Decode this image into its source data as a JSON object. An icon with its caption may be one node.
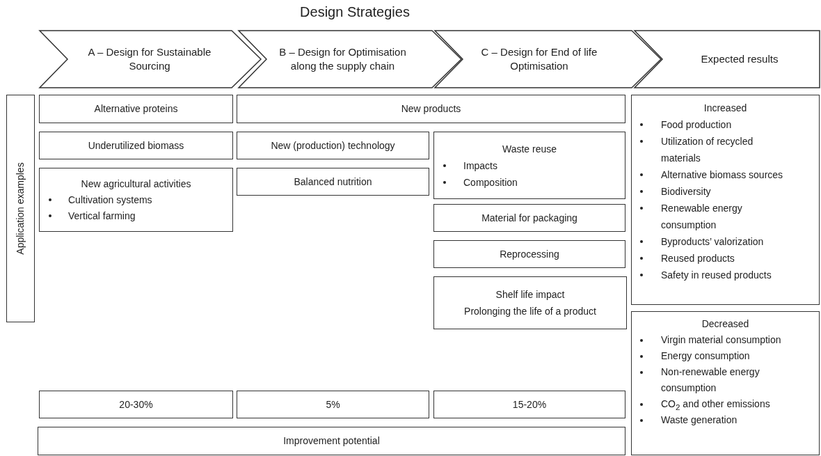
{
  "diagram": {
    "title": "Design Strategies",
    "nodes": [
      {
        "text": [
          "A – Design for Sustainable Sourcing"
        ]
      },
      {
        "text": [
          "B – Design for Optimisation along the supply chain"
        ]
      },
      {
        "text": [
          "C – Design for End of life Optimisation"
        ]
      },
      {
        "text": [
          "Expected results"
        ]
      },
      {
        "text": [
          "Application examples"
        ]
      },
      {
        "text": [
          "Alternative proteins"
        ]
      },
      {
        "text": [
          "New products"
        ]
      },
      {
        "text": [
          "Increased",
          "Food production",
          "Utilization of recycled materials",
          "Alternative biomass sources",
          "Biodiversity",
          "Renewable energy consumption",
          "Byproducts’ valorization",
          "Reused products",
          "Safety in reused products"
        ]
      },
      {
        "text": [
          "Underutilized biomass"
        ]
      },
      {
        "text": [
          "New (production) technology"
        ]
      },
      {
        "text": [
          "Waste reuse",
          "Impacts",
          "Composition"
        ]
      },
      {
        "text": [
          "New agricultural activities",
          "Cultivation systems",
          "Vertical farming"
        ]
      },
      {
        "text": [
          "Balanced nutrition"
        ]
      },
      {
        "text": [
          "Material for packaging"
        ]
      },
      {
        "text": [
          "Reprocessing"
        ]
      },
      {
        "text": [
          "Shelf life impact",
          "Prolonging the life of a product"
        ]
      },
      {
        "text": [
          "Decreased",
          "Virgin material consumption",
          "Energy consumption",
          "Non-renewable energy consumption",
          "CO$_{2}$ and other emissions",
          "Waste generation"
        ]
      },
      {
        "text": [
          "20-30%"
        ]
      },
      {
        "text": [
          "5%"
        ]
      },
      {
        "text": [
          "15-20%"
        ]
      },
      {
        "text": [
          "Improvement potential"
        ]
      }
    ]
  }
}
